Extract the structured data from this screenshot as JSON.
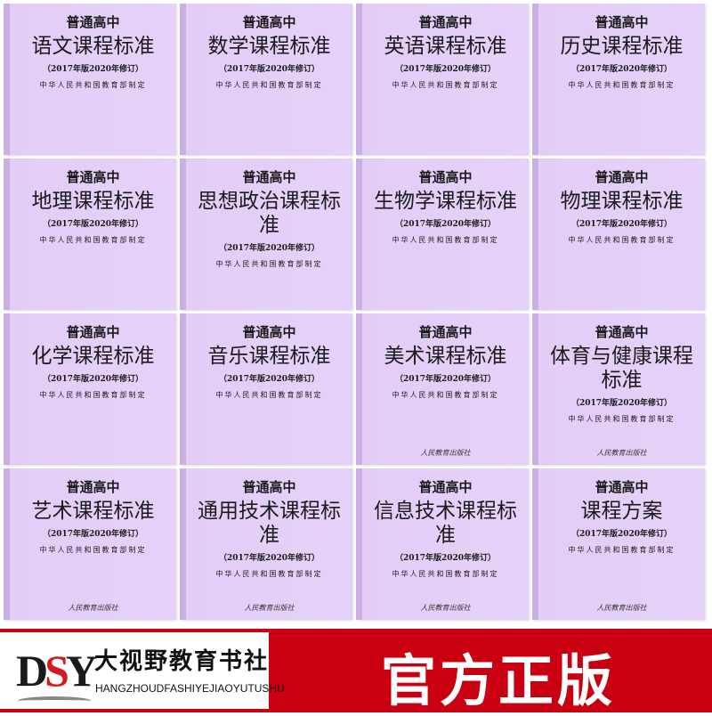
{
  "books": [
    {
      "series": "普通高中",
      "title": "语文课程标准",
      "edition": "（2017年版2020年修订）",
      "issuer": "中华人民共和国教育部制定"
    },
    {
      "series": "普通高中",
      "title": "数学课程标准",
      "edition": "（2017年版2020年修订）",
      "issuer": "中华人民共和国教育部制定"
    },
    {
      "series": "普通高中",
      "title": "英语课程标准",
      "edition": "（2017年版2020年修订）",
      "issuer": "中华人民共和国教育部制定"
    },
    {
      "series": "普通高中",
      "title": "历史课程标准",
      "edition": "（2017年版2020年修订）",
      "issuer": "中华人民共和国教育部制定"
    },
    {
      "series": "普通高中",
      "title": "地理课程标准",
      "edition": "（2017年版2020年修订）",
      "issuer": "中华人民共和国教育部制定"
    },
    {
      "series": "普通高中",
      "title": "思想政治课程标准",
      "edition": "（2017年版2020年修订）",
      "issuer": "中华人民共和国教育部制定"
    },
    {
      "series": "普通高中",
      "title": "生物学课程标准",
      "edition": "（2017年版2020年修订）",
      "issuer": "中华人民共和国教育部制定"
    },
    {
      "series": "普通高中",
      "title": "物理课程标准",
      "edition": "（2017年版2020年修订）",
      "issuer": "中华人民共和国教育部制定"
    },
    {
      "series": "普通高中",
      "title": "化学课程标准",
      "edition": "（2017年版2020年修订）",
      "issuer": "中华人民共和国教育部制定"
    },
    {
      "series": "普通高中",
      "title": "音乐课程标准",
      "edition": "（2017年版2020年修订）",
      "issuer": "中华人民共和国教育部制定"
    },
    {
      "series": "普通高中",
      "title": "美术课程标准",
      "edition": "（2017年版2020年修订）",
      "issuer": "中华人民共和国教育部制定",
      "publisher": "人民教育出版社"
    },
    {
      "series": "普通高中",
      "title": "体育与健康课程标准",
      "edition": "（2017年版2020年修订）",
      "issuer": "中华人民共和国教育部制定",
      "publisher": "人民教育出版社"
    },
    {
      "series": "普通高中",
      "title": "艺术课程标准",
      "edition": "（2017年版2020年修订）",
      "issuer": "中华人民共和国教育部制定",
      "publisher": "人民教育出版社"
    },
    {
      "series": "普通高中",
      "title": "通用技术课程标准",
      "edition": "（2017年版2020年修订）",
      "issuer": "中华人民共和国教育部制定",
      "publisher": "人民教育出版社"
    },
    {
      "series": "普通高中",
      "title": "信息技术课程标准",
      "edition": "（2017年版2020年修订）",
      "issuer": "中华人民共和国教育部制定",
      "publisher": "人民教育出版社"
    },
    {
      "series": "普通高中",
      "title": "课程方案",
      "edition": "（2017年版2020年修订）",
      "issuer": "中华人民共和国教育部制定",
      "publisher": "人民教育出版社"
    }
  ],
  "banner": {
    "logo": "DSY",
    "brand_cn": "大视野教育书社",
    "brand_en": "HANGZHOUDFASHIYEJIAOYUTUSHU",
    "badge": "官方正版",
    "colors": {
      "red": "#c90012",
      "book": "#e4cdf8"
    }
  }
}
